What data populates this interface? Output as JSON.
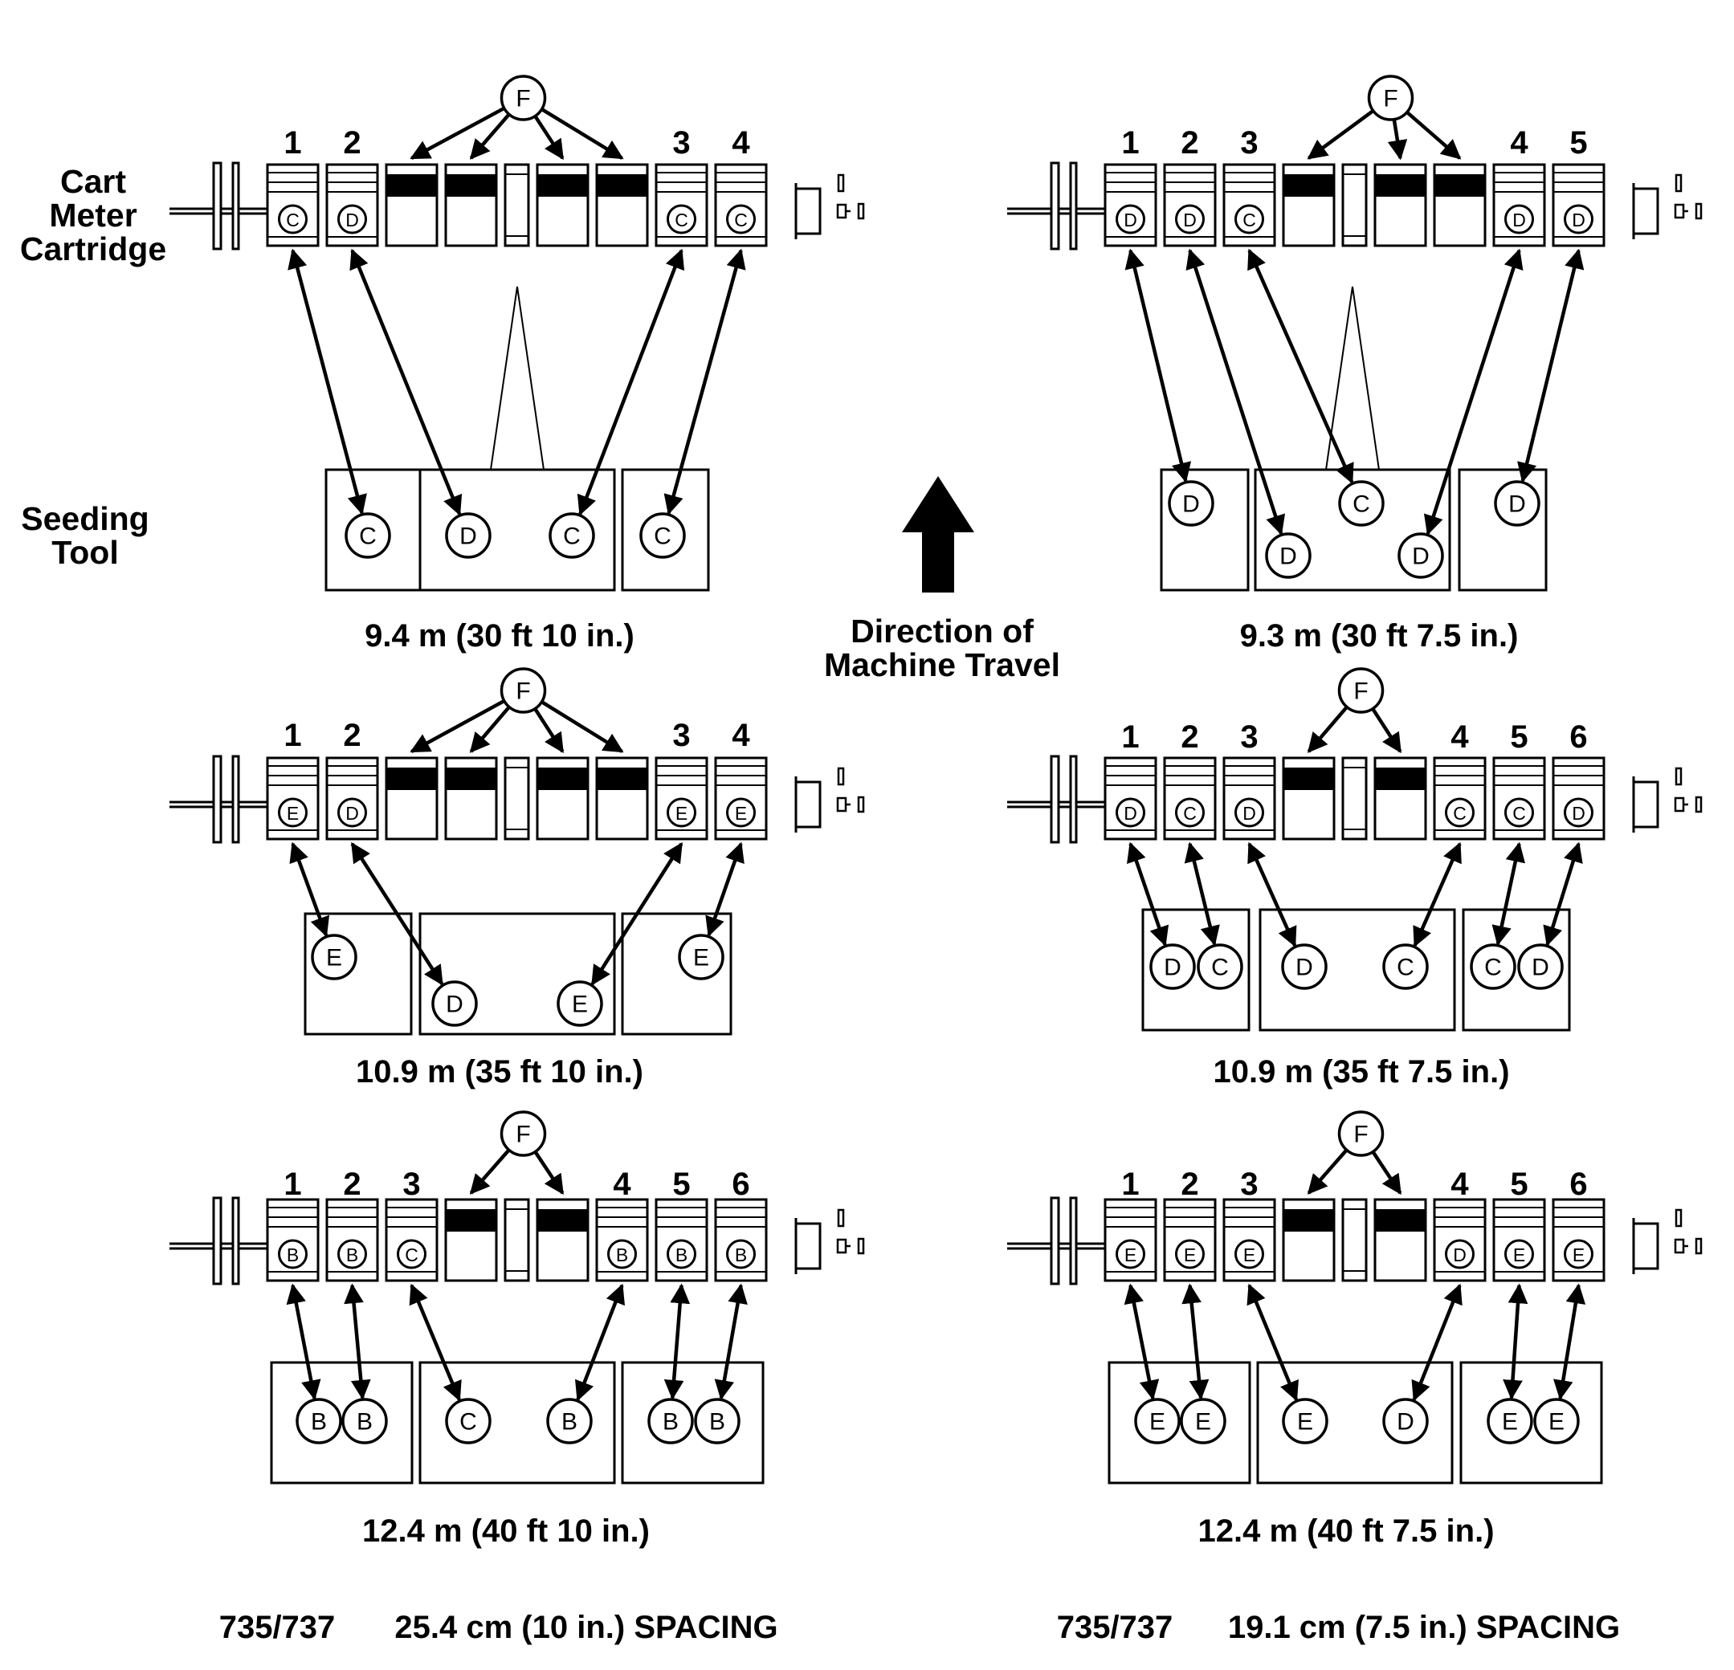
{
  "labels": {
    "cart_meter": [
      "Cart",
      "Meter",
      "Cartridge"
    ],
    "seeding_tool": [
      "Seeding",
      "Tool"
    ],
    "direction": [
      "Direction of",
      "Machine Travel"
    ],
    "footer_left_model": "735/737",
    "footer_left_spacing": "25.4 cm (10 in.) SPACING",
    "footer_right_model": "735/737",
    "footer_right_spacing": "19.1 cm (7.5 in.) SPACING"
  },
  "panels": [
    {
      "id": "L1",
      "caption": "9.4 m (30 ft 10 in.)",
      "f_label": "F",
      "meter_numbers": [
        "1",
        "2",
        "3",
        "4"
      ],
      "meter_letters": [
        "C",
        "D",
        "C",
        "C"
      ],
      "tool_letters": [
        "C",
        "D",
        "C",
        "C"
      ]
    },
    {
      "id": "R1",
      "caption": "9.3 m (30 ft 7.5 in.)",
      "f_label": "F",
      "meter_numbers": [
        "1",
        "2",
        "3",
        "4",
        "5"
      ],
      "meter_letters": [
        "D",
        "D",
        "C",
        "D",
        "D"
      ],
      "tool_letters": [
        "D",
        "D",
        "C",
        "D",
        "D"
      ]
    },
    {
      "id": "L2",
      "caption": "10.9 m (35 ft 10 in.)",
      "f_label": "F",
      "meter_numbers": [
        "1",
        "2",
        "3",
        "4"
      ],
      "meter_letters": [
        "E",
        "D",
        "E",
        "E"
      ],
      "tool_letters": [
        "E",
        "D",
        "E",
        "E"
      ]
    },
    {
      "id": "R2",
      "caption": "10.9 m (35 ft 7.5 in.)",
      "f_label": "F",
      "meter_numbers": [
        "1",
        "2",
        "3",
        "4",
        "5",
        "6"
      ],
      "meter_letters": [
        "D",
        "C",
        "D",
        "C",
        "C",
        "D"
      ],
      "tool_letters": [
        "D",
        "C",
        "D",
        "C",
        "C",
        "D"
      ]
    },
    {
      "id": "L3",
      "caption": "12.4 m (40 ft 10 in.)",
      "f_label": "F",
      "meter_numbers": [
        "1",
        "2",
        "3",
        "4",
        "5",
        "6"
      ],
      "meter_letters": [
        "B",
        "B",
        "C",
        "B",
        "B",
        "B"
      ],
      "tool_letters": [
        "B",
        "B",
        "C",
        "B",
        "B",
        "B"
      ]
    },
    {
      "id": "R3",
      "caption": "12.4 m (40 ft 7.5 in.)",
      "f_label": "F",
      "meter_numbers": [
        "1",
        "2",
        "3",
        "4",
        "5",
        "6"
      ],
      "meter_letters": [
        "E",
        "E",
        "E",
        "D",
        "E",
        "E"
      ],
      "tool_letters": [
        "E",
        "E",
        "E",
        "D",
        "E",
        "E"
      ]
    }
  ]
}
